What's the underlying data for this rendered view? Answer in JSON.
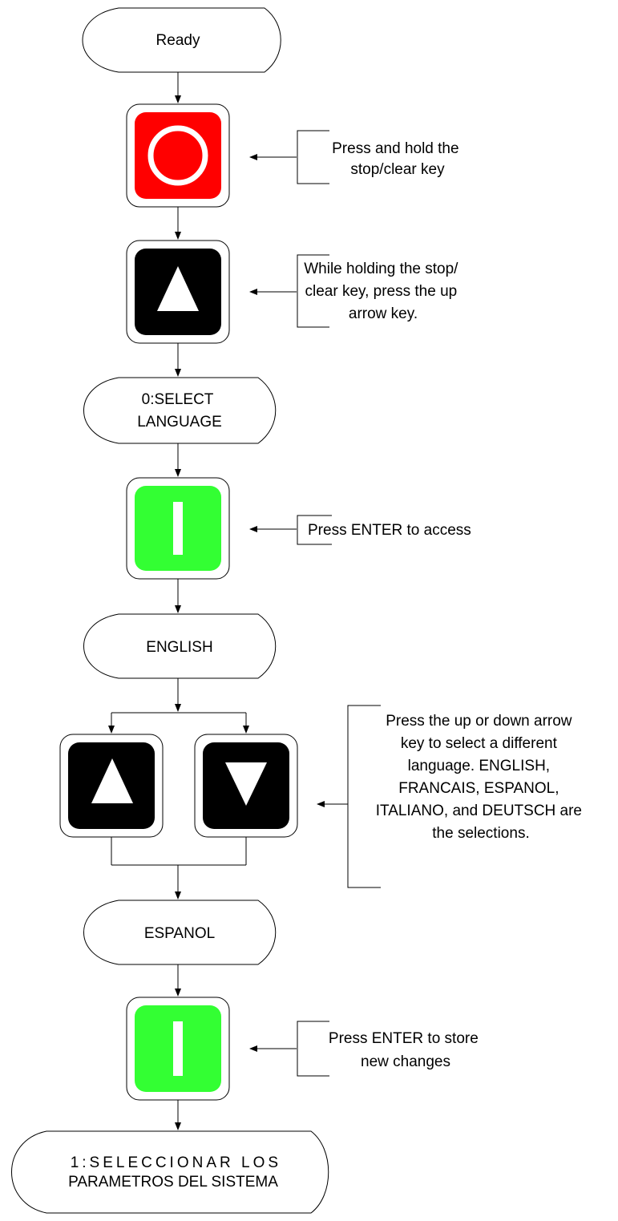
{
  "diagram": {
    "display_states": {
      "ready": [
        "Ready"
      ],
      "select_language": [
        "0:SELECT",
        "LANGUAGE"
      ],
      "english": [
        "ENGLISH"
      ],
      "espanol": [
        "ESPANOL"
      ],
      "parametros": [
        "1:SELECCIONAR LOS",
        "PARAMETROS DEL SISTEMA"
      ]
    },
    "keys": {
      "stop_clear": {
        "icon": "circle-icon",
        "color": "#ff0000"
      },
      "up_arrow": {
        "icon": "up-arrow-icon",
        "color": "#000000"
      },
      "enter": {
        "icon": "bar-icon",
        "color": "#33ff33"
      },
      "down_arrow": {
        "icon": "down-arrow-icon",
        "color": "#000000"
      }
    },
    "notes": {
      "stop_clear": [
        "Press and hold the",
        "stop/clear key"
      ],
      "up_arrow": [
        "While holding the stop/",
        "clear key, press the up",
        "arrow key."
      ],
      "enter_access": [
        "Press ENTER to access"
      ],
      "select_language": [
        "Press the up or down arrow",
        "key to select a different",
        "language. ENGLISH,",
        "FRANCAIS, ESPANOL,",
        "ITALIANO, and DEUTSCH are",
        "the selections."
      ],
      "enter_store": [
        "Press ENTER to store",
        "new changes"
      ]
    }
  }
}
